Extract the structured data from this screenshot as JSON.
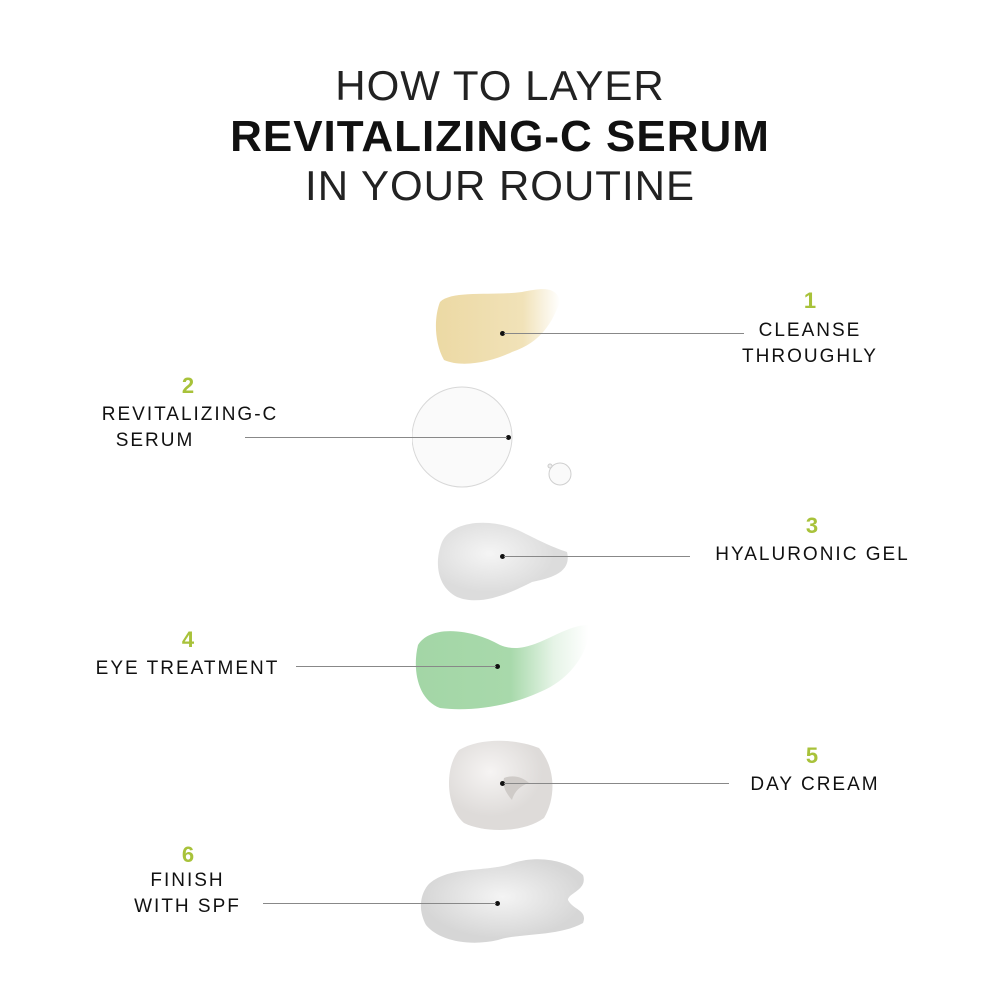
{
  "header": {
    "line1": "HOW TO LAYER",
    "line2": "REVITALIZING-C SERUM",
    "line3": "IN YOUR ROUTINE"
  },
  "colors": {
    "accent": "#a8c23a",
    "text": "#111111",
    "line": "#888888"
  },
  "steps": [
    {
      "num": "1",
      "label_lines": [
        "CLEANSE",
        "THROUGHLY"
      ],
      "swatch": "beige-cleanser-swatch"
    },
    {
      "num": "2",
      "label_lines": [
        "REVITALIZING-C",
        "SERUM"
      ],
      "swatch": "clear-serum-drop"
    },
    {
      "num": "3",
      "label_lines": [
        "HYALURONIC GEL"
      ],
      "swatch": "white-gel-swatch"
    },
    {
      "num": "4",
      "label_lines": [
        "EYE TREATMENT"
      ],
      "swatch": "green-eye-treatment-swatch"
    },
    {
      "num": "5",
      "label_lines": [
        "DAY CREAM"
      ],
      "swatch": "white-cream-dollop"
    },
    {
      "num": "6",
      "label_lines": [
        "FINISH",
        "WITH SPF"
      ],
      "swatch": "white-spf-swatch"
    }
  ]
}
